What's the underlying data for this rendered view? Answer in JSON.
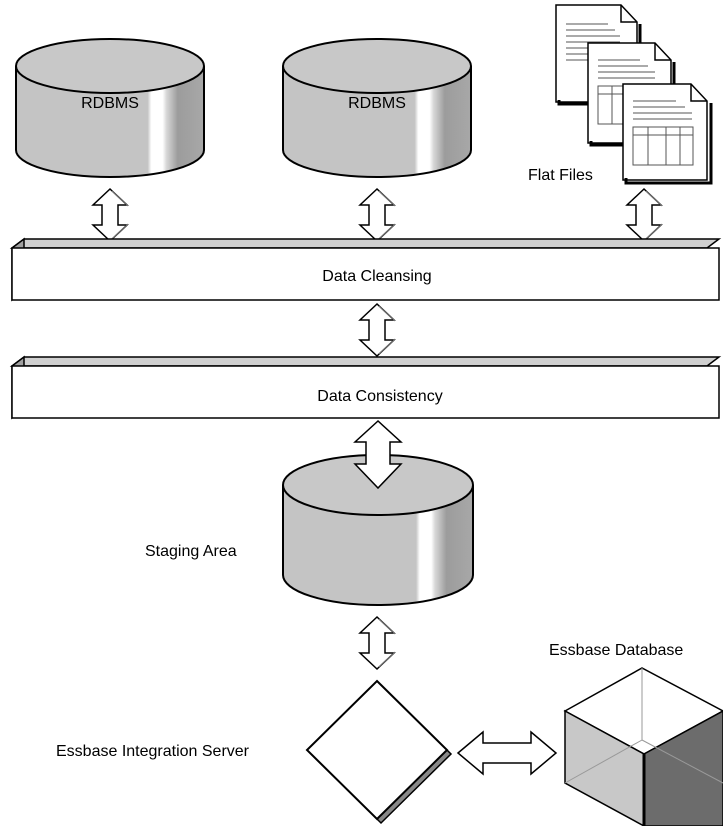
{
  "sources": {
    "rdbms_1": {
      "label": "RDBMS"
    },
    "rdbms_2": {
      "label": "RDBMS"
    },
    "flat_files": {
      "label": "Flat Files"
    }
  },
  "layers": {
    "cleansing": {
      "label": "Data Cleansing"
    },
    "consistency": {
      "label": "Data Consistency"
    }
  },
  "staging": {
    "label": "Staging Area"
  },
  "integration_server": {
    "label": "Essbase Integration Server"
  },
  "essbase_database": {
    "label": "Essbase Database"
  },
  "colors": {
    "cylinder_fill": "#c8c8c8",
    "cylinder_dark": "#a8a8a8",
    "cylinder_highlight": "#f0f0f0",
    "bar_side": "#a0a0a0",
    "cube_light": "#d4d4d4",
    "cube_mid": "#a8a8a8",
    "cube_dark": "#707070",
    "stroke": "#000000"
  }
}
